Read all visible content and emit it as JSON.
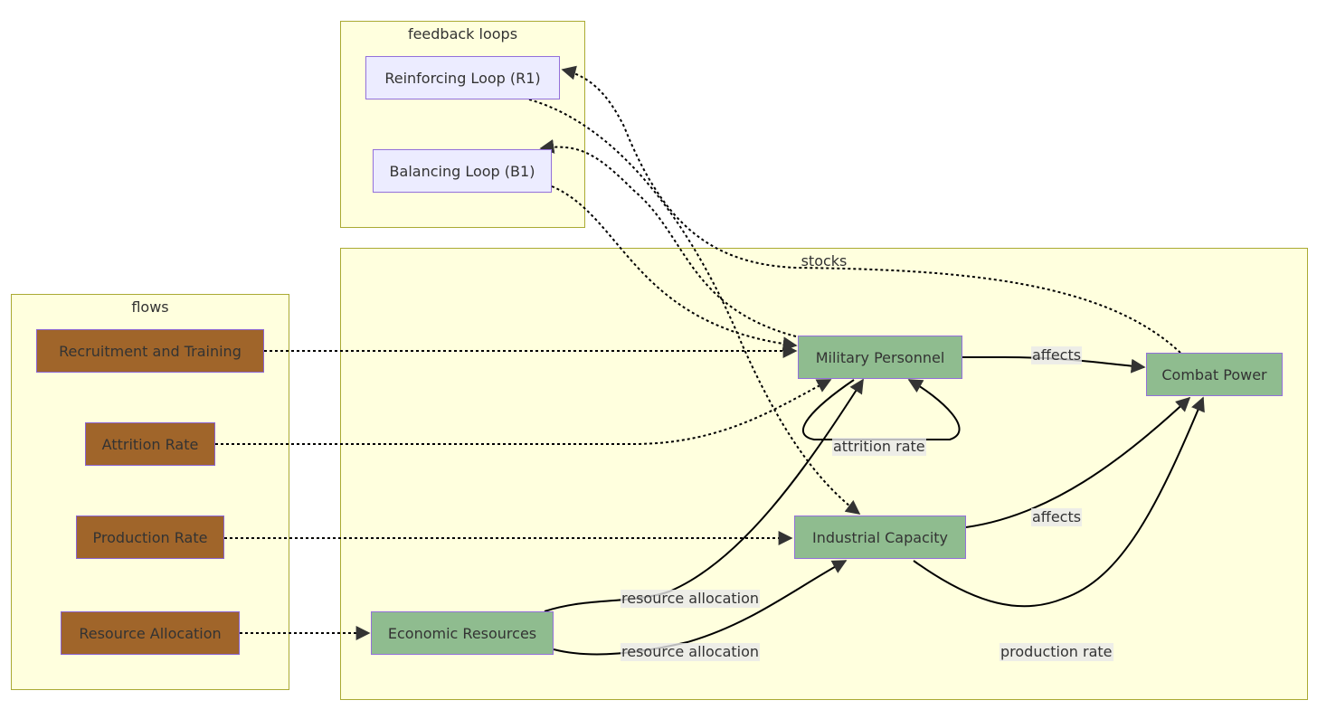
{
  "clusters": {
    "feedback": "feedback loops",
    "flows": "flows",
    "stocks": "stocks"
  },
  "nodes": {
    "reinforcing_loop": "Reinforcing Loop (R1)",
    "balancing_loop": "Balancing Loop (B1)",
    "recruitment": "Recruitment and Training",
    "attrition": "Attrition Rate",
    "production": "Production Rate",
    "resource_allocation": "Resource Allocation",
    "military_personnel": "Military Personnel",
    "combat_power": "Combat Power",
    "industrial_capacity": "Industrial Capacity",
    "economic_resources": "Economic Resources"
  },
  "edge_labels": {
    "mp_affects": "affects",
    "ic_affects": "affects",
    "attrition_rate": "attrition rate",
    "resource_alloc_mp": "resource allocation",
    "resource_alloc_ic": "resource allocation",
    "production_rate": "production rate"
  },
  "colors": {
    "cluster_fill": "#ffffde",
    "cluster_border": "#aaaa33",
    "loop_fill": "#ececff",
    "flow_fill": "#a0652a",
    "stock_fill": "#8fbc8f",
    "edge": "#000000"
  }
}
